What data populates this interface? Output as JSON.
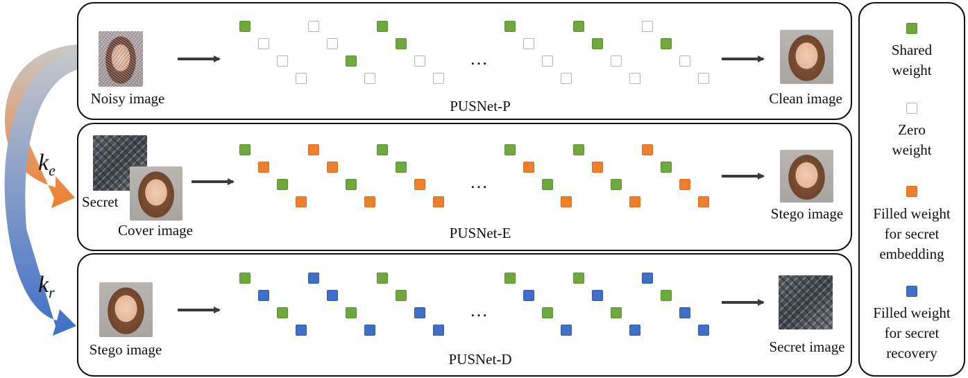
{
  "colors": {
    "shared": "#6fa83c",
    "zero": "#ffffff",
    "embed": "#ee7f2d",
    "recover": "#3f6fc8",
    "arrow": "#3a3a3a",
    "key_e": "#ee7f2d",
    "key_r": "#3f6fc8",
    "key_base": "#c8c8c8"
  },
  "dots": "…",
  "keys": {
    "ke": "k",
    "ke_sub": "e",
    "kr": "k",
    "kr_sub": "r"
  },
  "rows": [
    {
      "name": "PUSNet-P",
      "inputs": [
        {
          "label": "Noisy image",
          "kind": "noisy"
        }
      ],
      "output": {
        "label": "Clean image",
        "kind": "face"
      },
      "pattern": [
        [
          "g",
          "z",
          "z",
          "z"
        ],
        [
          "z",
          "z",
          "g",
          "z"
        ],
        [
          "g",
          "g",
          "z",
          "z"
        ],
        [
          "g",
          "z",
          "z",
          "z"
        ],
        [
          "g",
          "g",
          "z",
          "z"
        ],
        [
          "z",
          "g",
          "z",
          "z"
        ]
      ]
    },
    {
      "name": "PUSNet-E",
      "inputs": [
        {
          "label": "Secret",
          "kind": "aerial"
        },
        {
          "label": "Cover image",
          "kind": "face"
        }
      ],
      "output": {
        "label": "Stego image",
        "kind": "face"
      },
      "pattern": [
        [
          "g",
          "o",
          "g",
          "o"
        ],
        [
          "o",
          "o",
          "g",
          "o"
        ],
        [
          "g",
          "g",
          "o",
          "o"
        ],
        [
          "g",
          "o",
          "g",
          "o"
        ],
        [
          "g",
          "o",
          "g",
          "o"
        ],
        [
          "o",
          "g",
          "o",
          "o"
        ]
      ]
    },
    {
      "name": "PUSNet-D",
      "inputs": [
        {
          "label": "Stego image",
          "kind": "face"
        }
      ],
      "output": {
        "label": "Secret image",
        "kind": "aerial"
      },
      "pattern": [
        [
          "g",
          "b",
          "g",
          "b"
        ],
        [
          "b",
          "b",
          "g",
          "b"
        ],
        [
          "g",
          "g",
          "b",
          "b"
        ],
        [
          "g",
          "b",
          "g",
          "b"
        ],
        [
          "g",
          "b",
          "g",
          "b"
        ],
        [
          "b",
          "g",
          "b",
          "b"
        ]
      ]
    }
  ],
  "legend": [
    {
      "type": "g",
      "lines": [
        "Shared",
        "weight"
      ]
    },
    {
      "type": "z",
      "lines": [
        "Zero",
        "weight"
      ]
    },
    {
      "type": "o",
      "lines": [
        "Filled weight",
        "for secret",
        "embedding"
      ]
    },
    {
      "type": "b",
      "lines": [
        "Filled weight",
        "for secret",
        "recovery"
      ]
    }
  ]
}
